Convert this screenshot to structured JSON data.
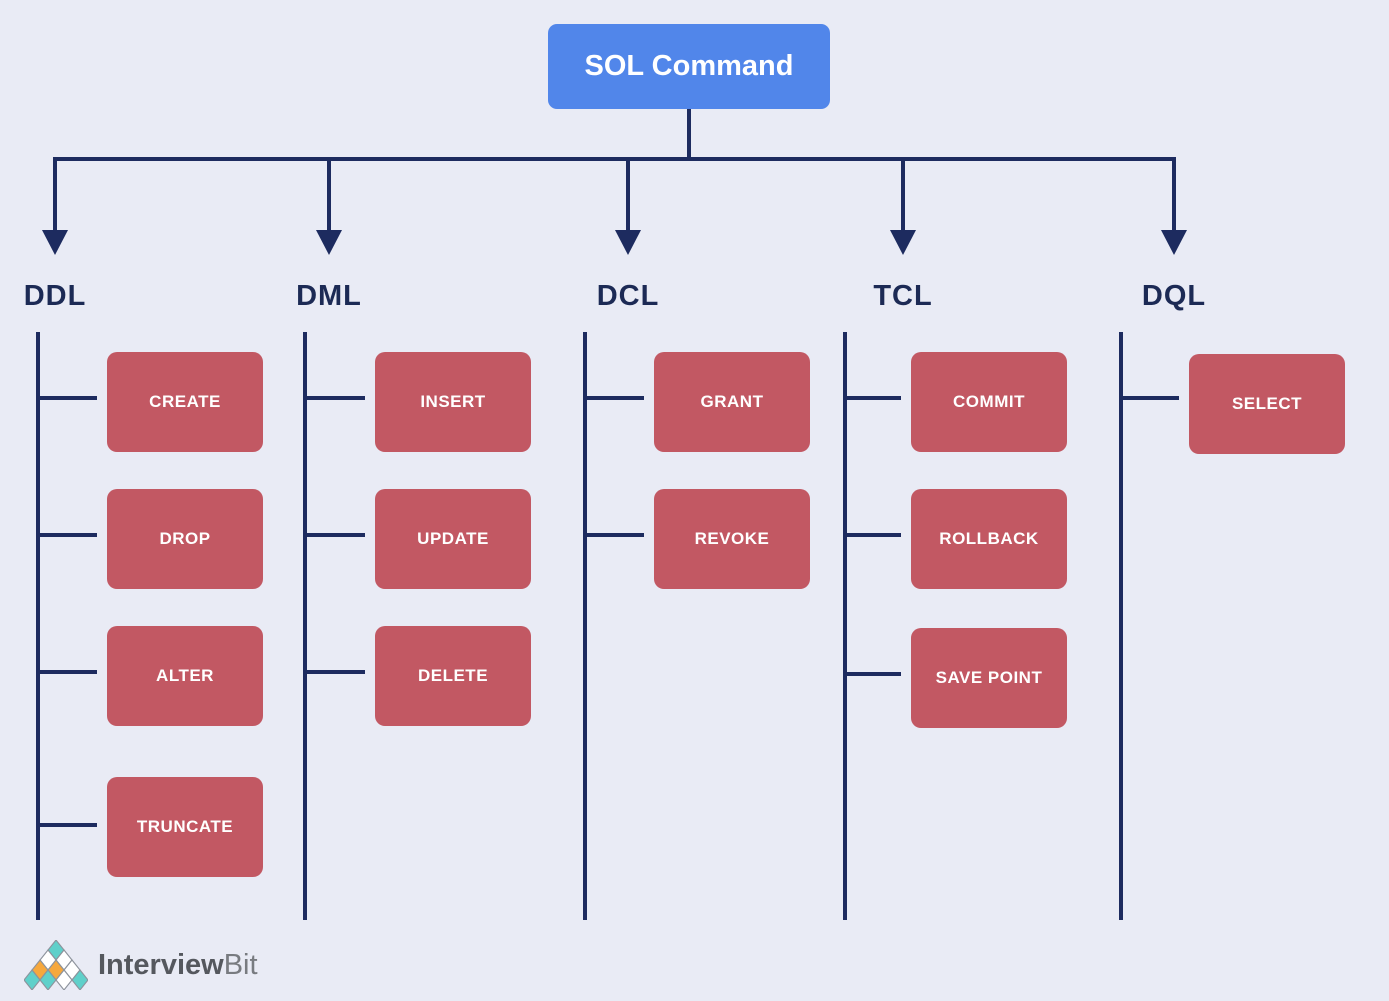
{
  "root": {
    "label": "SOL Command"
  },
  "columns": [
    {
      "label": "DDL",
      "items": [
        "CREATE",
        "DROP",
        "ALTER",
        "TRUNCATE"
      ]
    },
    {
      "label": "DML",
      "items": [
        "INSERT",
        "UPDATE",
        "DELETE"
      ]
    },
    {
      "label": "DCL",
      "items": [
        "GRANT",
        "REVOKE"
      ]
    },
    {
      "label": "TCL",
      "items": [
        "COMMIT",
        "ROLLBACK",
        "SAVE POINT"
      ]
    },
    {
      "label": "DQL",
      "items": [
        "SELECT"
      ]
    }
  ],
  "logo": {
    "brand_primary": "Interview",
    "brand_secondary": "Bit"
  },
  "colors": {
    "background": "#e9ebf5",
    "connector": "#1d2b5f",
    "category_label": "#1c2a55",
    "command_box": "#c25863",
    "root_box": "#5186ea",
    "box_text": "#ffffff",
    "logo_teal": "#5fd0ca",
    "logo_orange": "#f6a83d",
    "logo_white": "#ffffff",
    "logo_text_dark": "#55585e",
    "logo_text_light": "#787b80"
  }
}
